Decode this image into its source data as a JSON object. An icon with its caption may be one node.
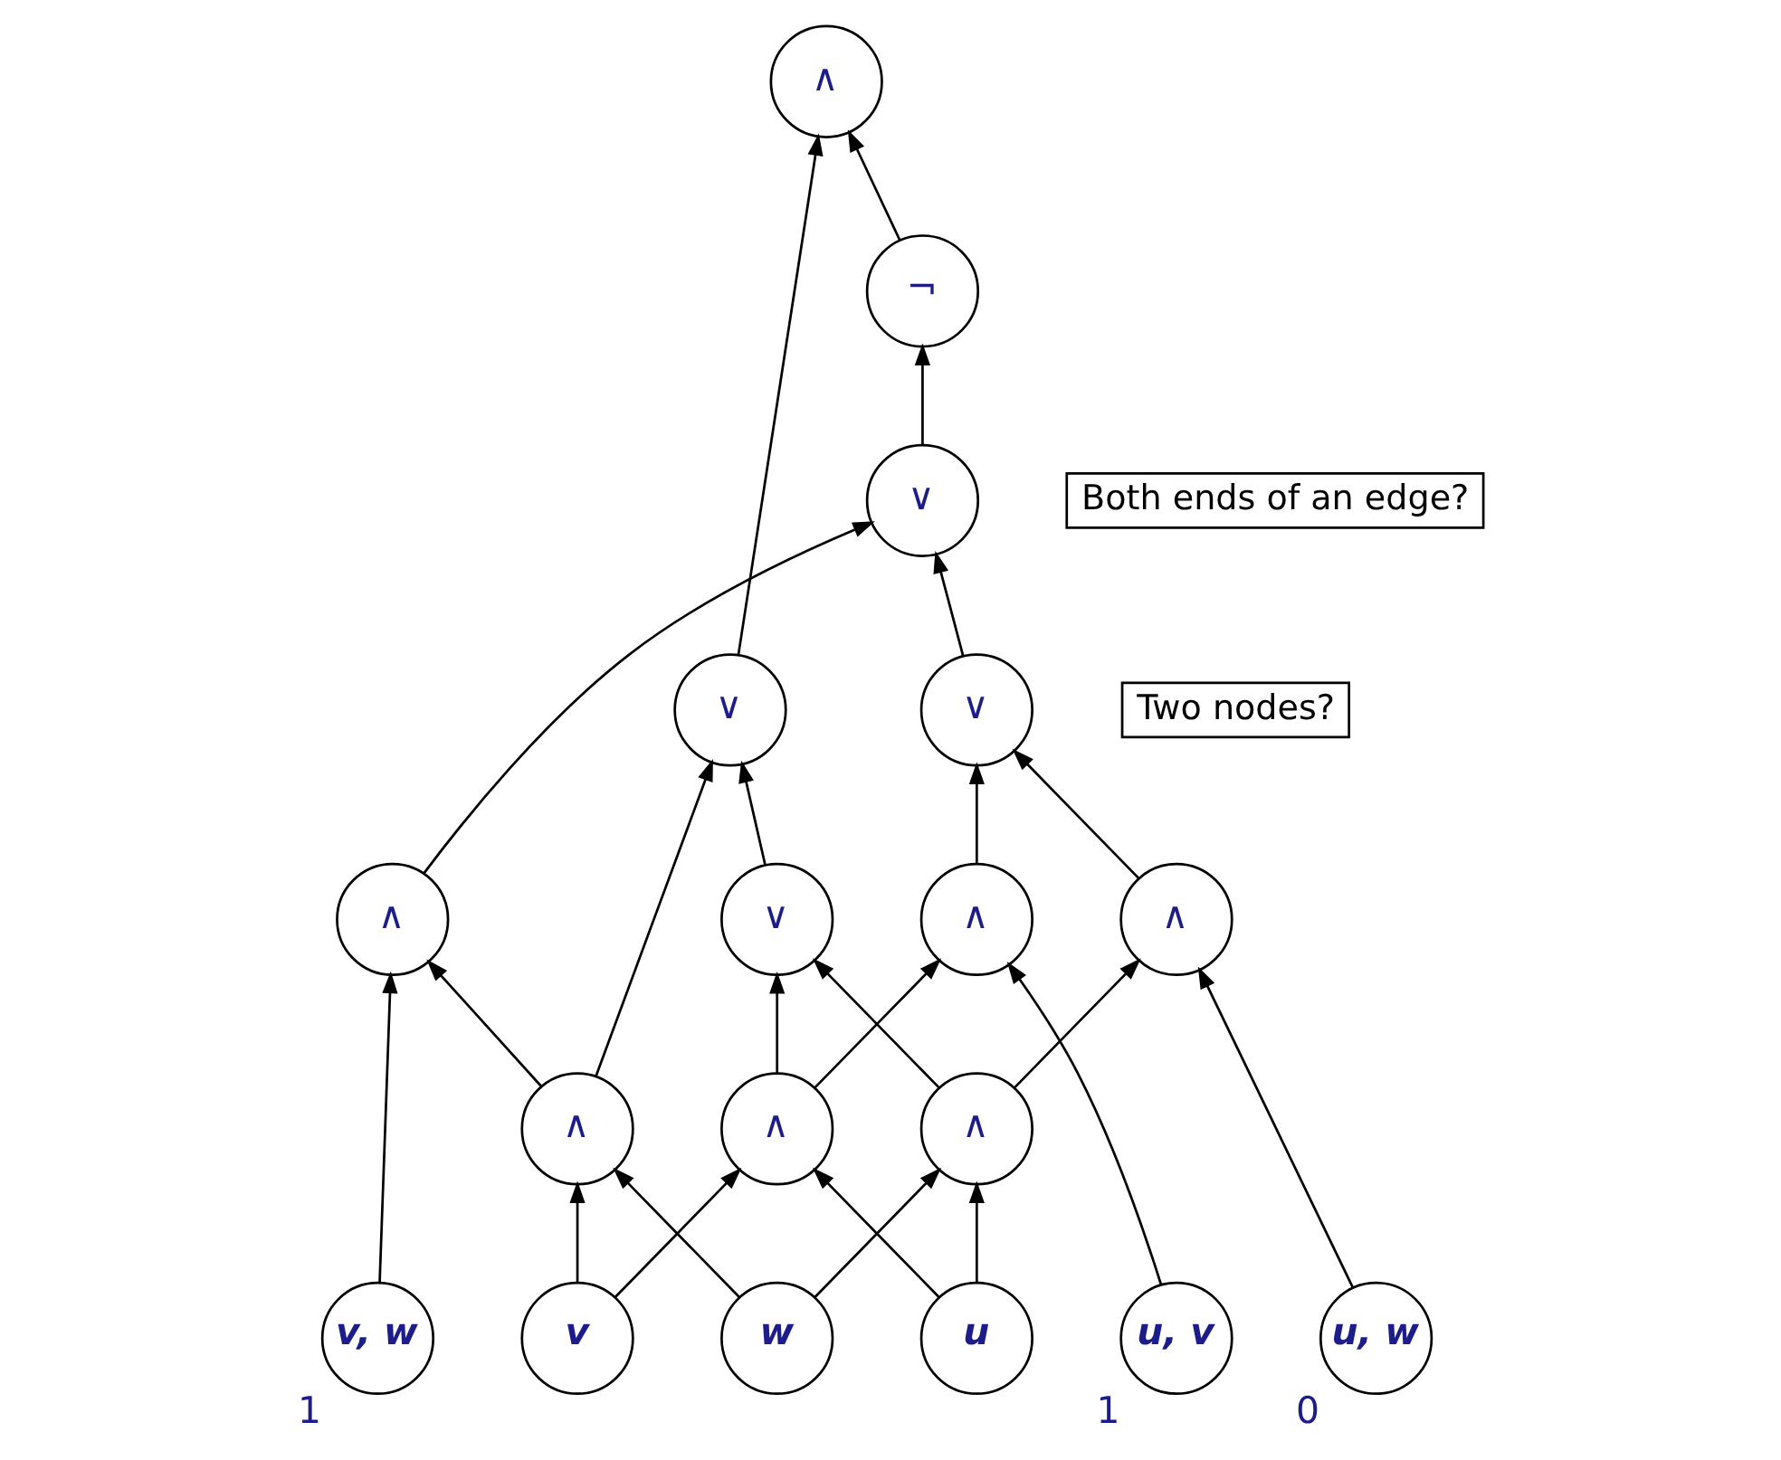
{
  "diagram": {
    "nodes": [
      {
        "text": [
          "∧"
        ]
      },
      {
        "text": [
          "¬"
        ]
      },
      {
        "text": [
          "∨"
        ]
      },
      {
        "text": [
          "Both ends of an edge?"
        ]
      },
      {
        "text": [
          "∨"
        ]
      },
      {
        "text": [
          "Two nodes?"
        ]
      },
      {
        "text": [
          "∨"
        ]
      },
      {
        "text": [
          "∧"
        ]
      },
      {
        "text": [
          "∧"
        ]
      },
      {
        "text": [
          "∧"
        ]
      },
      {
        "text": [
          "∨"
        ]
      },
      {
        "text": [
          "∧"
        ]
      },
      {
        "text": [
          "∧"
        ]
      },
      {
        "text": [
          "∧"
        ]
      },
      {
        "text": [
          "u, v"
        ],
        "beside": [
          "1"
        ]
      },
      {
        "text": [
          "u, w"
        ],
        "beside": [
          "0"
        ]
      },
      {
        "text": [
          "v, w"
        ],
        "beside": [
          "1"
        ]
      },
      {
        "text": [
          "u"
        ]
      },
      {
        "text": [
          "v"
        ]
      },
      {
        "text": [
          "w"
        ]
      }
    ],
    "edges": [
      {
        "from": 1,
        "to": 0,
        "arrow": "to"
      },
      {
        "from": 4,
        "to": 0,
        "arrow": "to"
      },
      {
        "from": 2,
        "to": 1,
        "arrow": "to"
      },
      {
        "from": 6,
        "to": 2,
        "arrow": "to"
      },
      {
        "from": 9,
        "to": 2,
        "arrow": "to"
      },
      {
        "from": 7,
        "to": 6,
        "arrow": "to"
      },
      {
        "from": 8,
        "to": 6,
        "arrow": "to"
      },
      {
        "from": 10,
        "to": 4,
        "arrow": "to"
      },
      {
        "from": 13,
        "to": 4,
        "arrow": "to"
      },
      {
        "from": 14,
        "to": 7,
        "arrow": "to"
      },
      {
        "from": 15,
        "to": 8,
        "arrow": "to"
      },
      {
        "from": 16,
        "to": 9,
        "arrow": "to"
      },
      {
        "from": 11,
        "to": 7,
        "arrow": "to"
      },
      {
        "from": 12,
        "to": 8,
        "arrow": "to"
      },
      {
        "from": 13,
        "to": 9,
        "arrow": "to"
      },
      {
        "from": 11,
        "to": 10,
        "arrow": "to"
      },
      {
        "from": 12,
        "to": 10,
        "arrow": "to"
      },
      {
        "from": 17,
        "to": 11,
        "arrow": "to"
      },
      {
        "from": 18,
        "to": 11,
        "arrow": "to"
      },
      {
        "from": 17,
        "to": 12,
        "arrow": "to"
      },
      {
        "from": 19,
        "to": 12,
        "arrow": "to"
      },
      {
        "from": 18,
        "to": 13,
        "arrow": "to"
      },
      {
        "from": 19,
        "to": 13,
        "arrow": "to"
      }
    ]
  }
}
